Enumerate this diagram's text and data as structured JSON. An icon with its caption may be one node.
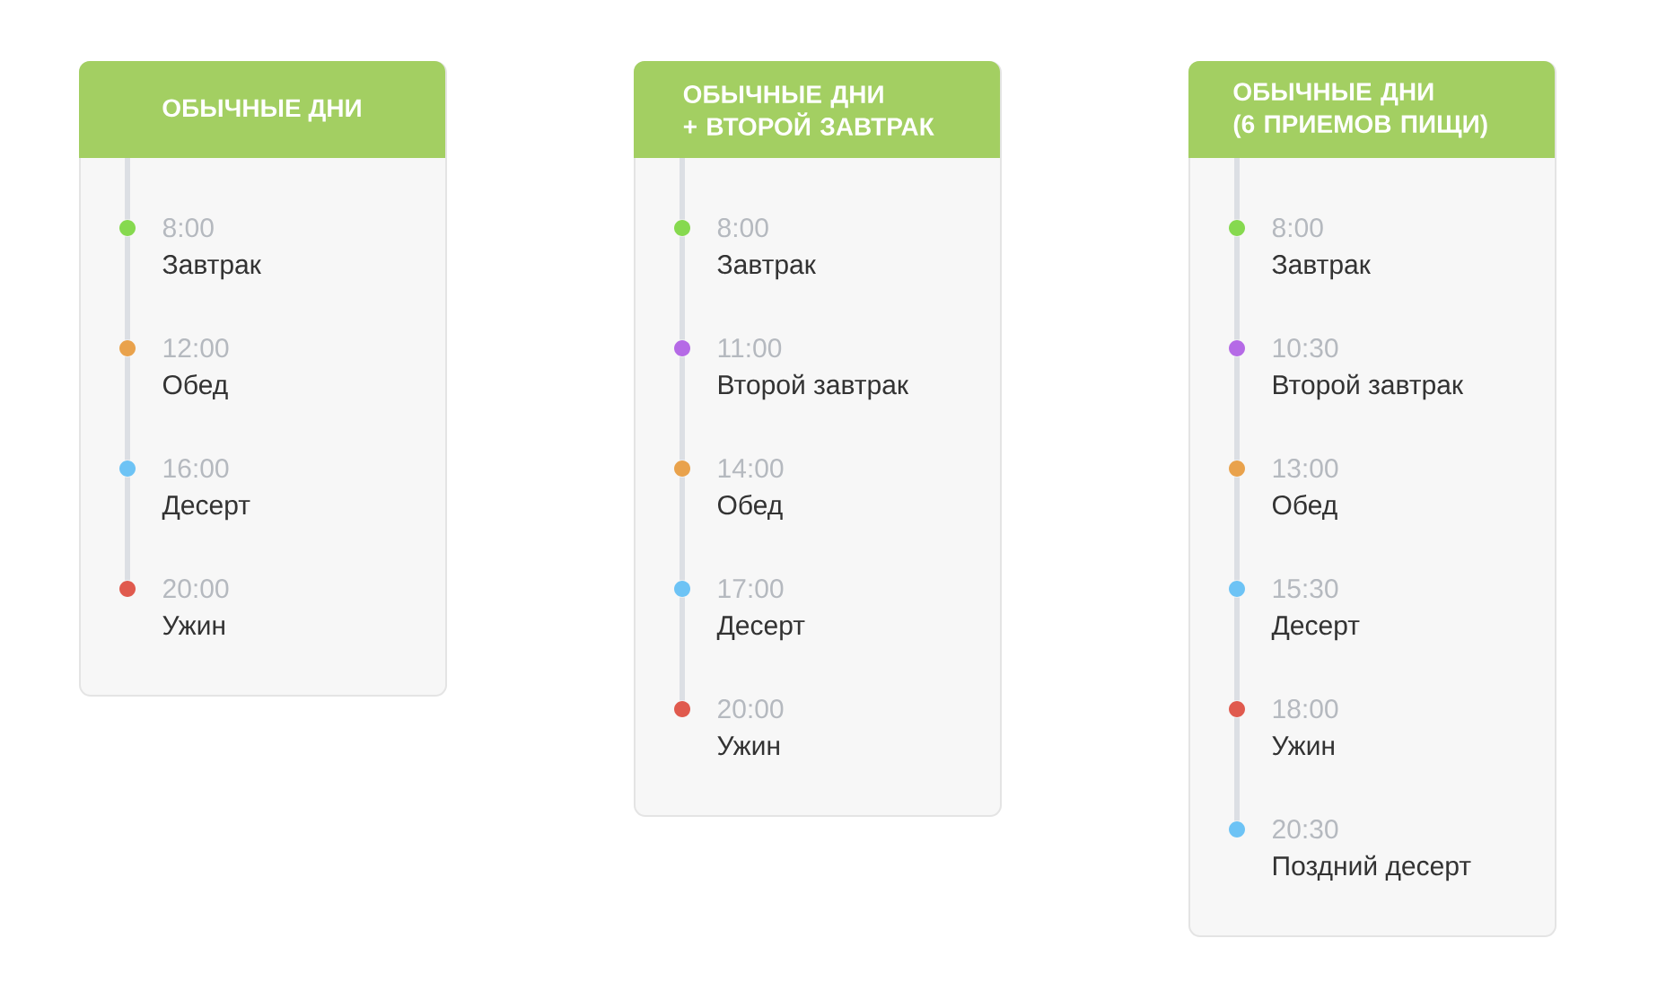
{
  "diagram": {
    "nodes": [
      {
        "text": [
          "ОБЫЧНЫЕ ДНИ"
        ]
      },
      {
        "text": [],
        "shape": "circle",
        "in": 0,
        "beside": [
          "8:00",
          "Завтрак"
        ]
      },
      {
        "text": [],
        "shape": "circle",
        "in": 0,
        "beside": [
          "12:00",
          "Обед"
        ]
      },
      {
        "text": [],
        "shape": "circle",
        "in": 0,
        "beside": [
          "16:00",
          "Десерт"
        ]
      },
      {
        "text": [],
        "shape": "circle",
        "in": 0,
        "beside": [
          "20:00",
          "Ужин"
        ]
      },
      {
        "text": [
          "ОБЫЧНЫЕ ДНИ + ВТОРОЙ ЗАВТРАК"
        ]
      },
      {
        "text": [],
        "shape": "circle",
        "in": 5,
        "beside": [
          "8:00",
          "Завтрак"
        ]
      },
      {
        "text": [],
        "shape": "circle",
        "in": 5,
        "beside": [
          "11:00",
          "Второй завтрак"
        ]
      },
      {
        "text": [],
        "shape": "circle",
        "in": 5,
        "beside": [
          "14:00",
          "Обед"
        ]
      },
      {
        "text": [],
        "shape": "circle",
        "in": 5,
        "beside": [
          "17:00",
          "Десерт"
        ]
      },
      {
        "text": [],
        "shape": "circle",
        "in": 5,
        "beside": [
          "20:00",
          "Ужин"
        ]
      },
      {
        "text": [
          "ОБЫЧНЫЕ ДНИ (6 ПРИЕМОВ ПИЩИ)"
        ]
      },
      {
        "text": [],
        "shape": "circle",
        "in": 11,
        "beside": [
          "8:00",
          "Завтрак"
        ]
      },
      {
        "text": [],
        "shape": "circle",
        "in": 11,
        "beside": [
          "10:30",
          "Второй завтрак"
        ]
      },
      {
        "text": [],
        "shape": "circle",
        "in": 11,
        "beside": [
          "13:00",
          "Обед"
        ]
      },
      {
        "text": [],
        "shape": "circle",
        "in": 11,
        "beside": [
          "15:30",
          "Десерт"
        ]
      },
      {
        "text": [],
        "shape": "circle",
        "in": 11,
        "beside": [
          "18:00",
          "Ужин"
        ]
      },
      {
        "text": [],
        "shape": "circle",
        "in": 11,
        "beside": [
          "20:30",
          "Поздний десерт"
        ]
      }
    ],
    "edges": [
      {
        "from": 1,
        "to": 2,
        "arrow": "none"
      },
      {
        "from": 2,
        "to": 3,
        "arrow": "none"
      },
      {
        "from": 3,
        "to": 4,
        "arrow": "none"
      },
      {
        "from": 6,
        "to": 7,
        "arrow": "none"
      },
      {
        "from": 7,
        "to": 8,
        "arrow": "none"
      },
      {
        "from": 8,
        "to": 9,
        "arrow": "none"
      },
      {
        "from": 9,
        "to": 10,
        "arrow": "none"
      },
      {
        "from": 12,
        "to": 13,
        "arrow": "none"
      },
      {
        "from": 13,
        "to": 14,
        "arrow": "none"
      },
      {
        "from": 14,
        "to": 15,
        "arrow": "none"
      },
      {
        "from": 15,
        "to": 16,
        "arrow": "none"
      },
      {
        "from": 16,
        "to": 17,
        "arrow": "none"
      }
    ]
  }
}
